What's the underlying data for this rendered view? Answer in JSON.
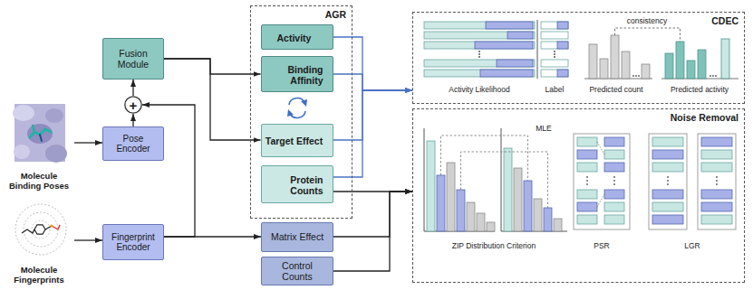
{
  "diagram": {
    "nodes": [
      {
        "text": [
          "Molecule Binding Poses"
        ]
      },
      {
        "text": [
          "Molecule Fingerprints"
        ]
      },
      {
        "text": [
          "Fusion Module"
        ]
      },
      {
        "text": [
          "+"
        ]
      },
      {
        "text": [
          "Pose Encoder"
        ]
      },
      {
        "text": [
          "Fingerprint Encoder"
        ]
      },
      {
        "text": [
          "AGR"
        ]
      },
      {
        "text": [
          "Activity"
        ],
        "in": 6
      },
      {
        "text": [
          "Binding Affinity"
        ],
        "in": 6
      },
      {
        "text": [
          "Target Effect"
        ],
        "in": 6
      },
      {
        "text": [
          "Protein Counts"
        ],
        "in": 6
      },
      {
        "text": [
          "Matrix Effect"
        ]
      },
      {
        "text": [
          "Control Counts"
        ]
      },
      {
        "text": [
          "CDEC"
        ]
      },
      {
        "text": [
          "Noise Removal"
        ]
      }
    ],
    "edges": [
      {
        "from": 0,
        "to": 4,
        "arrow": "to"
      },
      {
        "from": 1,
        "to": 5,
        "arrow": "to"
      },
      {
        "from": 4,
        "to": 3,
        "arrow": "to"
      },
      {
        "from": 5,
        "to": 3,
        "arrow": "to"
      },
      {
        "from": 3,
        "to": 2,
        "arrow": "to"
      },
      {
        "from": 2,
        "to": 8,
        "arrow": "to"
      },
      {
        "from": 2,
        "to": 9,
        "arrow": "to"
      },
      {
        "from": 5,
        "to": 11,
        "arrow": "to"
      },
      {
        "from": 7,
        "to": 13,
        "arrow": "to"
      },
      {
        "from": 8,
        "to": 13,
        "arrow": "to"
      },
      {
        "from": 9,
        "to": 13,
        "arrow": "to"
      },
      {
        "from": 10,
        "to": 13,
        "arrow": "to"
      },
      {
        "from": 10,
        "to": 14,
        "arrow": "to"
      },
      {
        "from": 11,
        "to": 14,
        "arrow": "to"
      },
      {
        "from": 12,
        "to": 14,
        "arrow": "to"
      }
    ],
    "labels": [
      "Activity Likelihood",
      "Label",
      "consistency",
      "Predicted count",
      "Predicted activity",
      "MLE",
      "ZIP Distribution Criterion",
      "PSR",
      "LGR"
    ]
  }
}
